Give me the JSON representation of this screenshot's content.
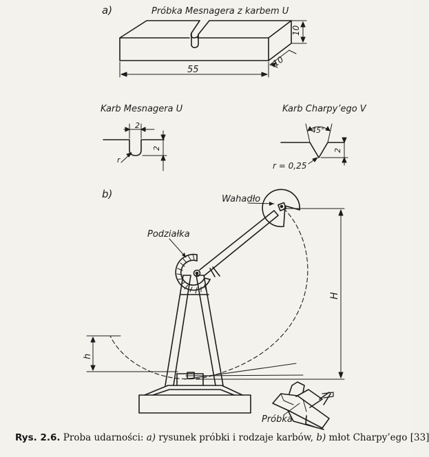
{
  "part_a": {
    "marker": "a)",
    "title": "Próbka Mesnagera z karbem U",
    "dim_length": "55",
    "dim_height": "10",
    "dim_depth": "10"
  },
  "notch_u": {
    "title": "Karb Mesnagera U",
    "width": "2",
    "depth": "2",
    "radius": "r"
  },
  "notch_v": {
    "title": "Karb Charpy’ego V",
    "angle": "45°",
    "depth": "2",
    "radius": "r = 0,25"
  },
  "part_b": {
    "marker": "b)",
    "pendulum": "Wahadło",
    "scale": "Podziałka",
    "height_big": "H",
    "height_small": "h",
    "specimen": "Próbka"
  },
  "caption": {
    "label": "Rys. 2.6.",
    "text1": " Proba udarności: ",
    "ref_a": "a)",
    "text2": " rysunek próbki i rodzaje karbów, ",
    "ref_b": "b)",
    "text3": " młot Charpy’ego [33]"
  }
}
